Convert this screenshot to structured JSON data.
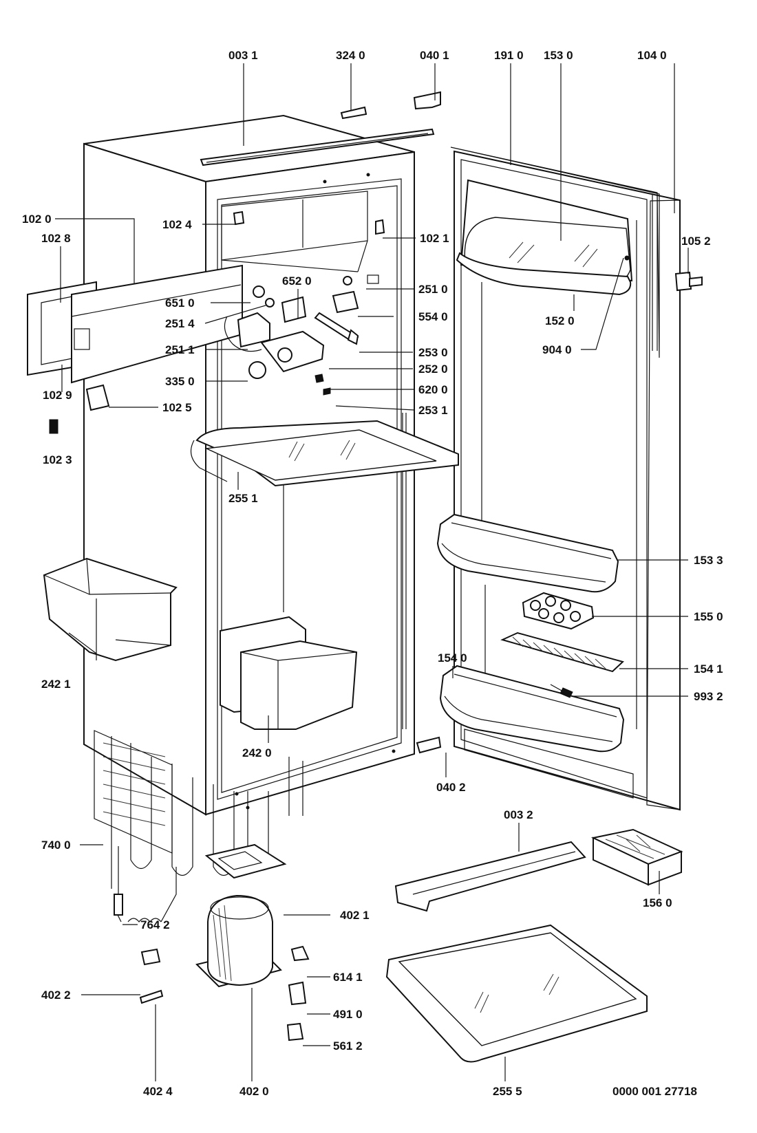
{
  "labels": {
    "p0031": "003 1",
    "p3240": "324 0",
    "p0401": "040 1",
    "p1910": "191 0",
    "p1530": "153 0",
    "p1040": "104 0",
    "p1020": "102 0",
    "p1024": "102 4",
    "p1021": "102 1",
    "p1028": "102 8",
    "p1052": "105 2",
    "p6520": "652 0",
    "p6510": "651 0",
    "p2510": "251 0",
    "p2514": "251 4",
    "p5540": "554 0",
    "p1520": "152 0",
    "p2511": "251 1",
    "p2530": "253 0",
    "p9040": "904 0",
    "p2520": "252 0",
    "p3350": "335 0",
    "p1029": "102 9",
    "p6200": "620 0",
    "p1025": "102 5",
    "p2531": "253 1",
    "p1023": "102 3",
    "p2551": "255 1",
    "p1533": "153 3",
    "p1550": "155 0",
    "p1540": "154 0",
    "p1541": "154 1",
    "p2421": "242 1",
    "p9932": "993 2",
    "p2420": "242 0",
    "p0402": "040 2",
    "p0032": "003 2",
    "p7400": "740 0",
    "p1560": "156 0",
    "p4021": "402 1",
    "p7642": "764 2",
    "p6141": "614 1",
    "p4022": "402 2",
    "p4910": "491 0",
    "p5612": "561 2",
    "p4024": "402 4",
    "p4020": "402 0",
    "p2555": "255 5"
  },
  "footer": {
    "drawing_number": "0000 001 27718"
  }
}
